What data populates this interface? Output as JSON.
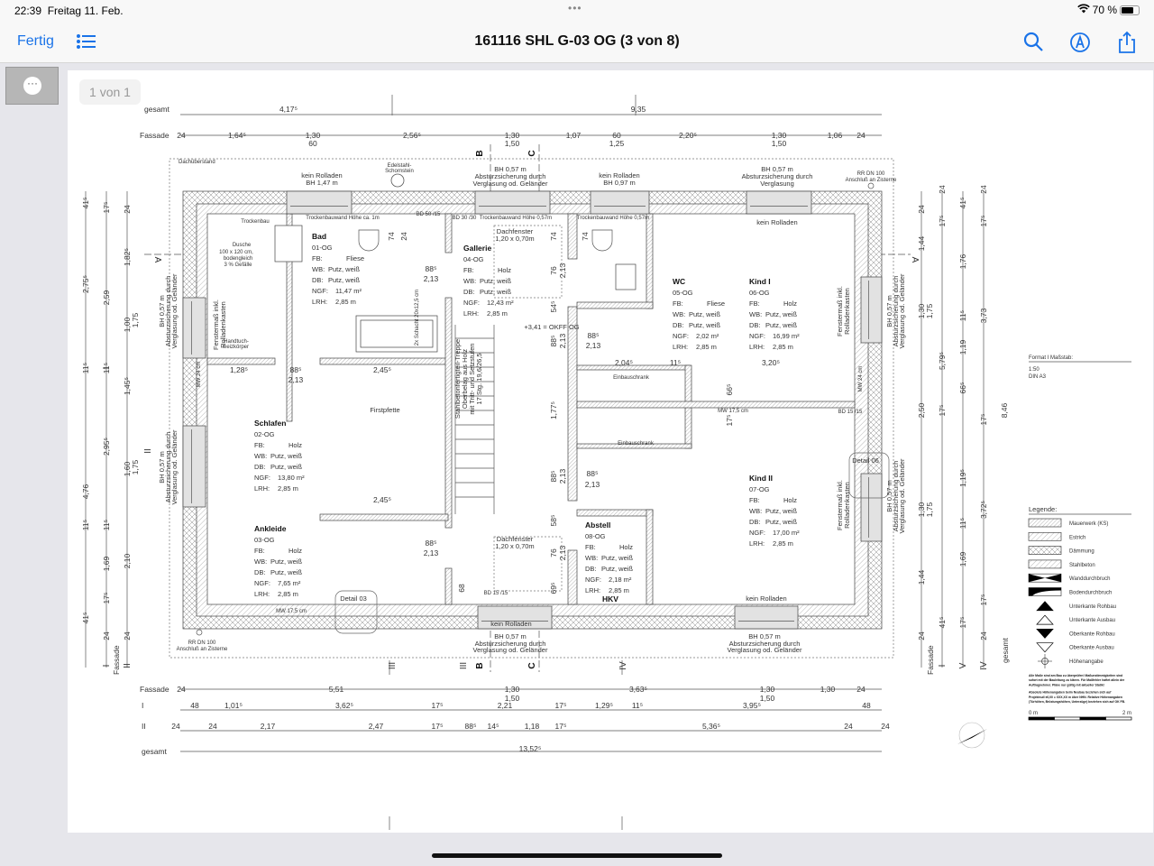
{
  "status": {
    "time": "22:39",
    "date": "Freitag 11. Feb.",
    "battery": "70 %",
    "battery_level": 0.7
  },
  "nav": {
    "done": "Fertig",
    "title": "161116 SHL G-03 OG (3 von 8)",
    "icons": [
      "list-icon",
      "search-icon",
      "markup-icon",
      "share-icon"
    ]
  },
  "page_indicator": "1 von 1",
  "plan": {
    "room_labels": {
      "fb": "FB:",
      "wb": "WB:",
      "db": "DB:",
      "ngf": "NGF:",
      "lrh": "LRH:"
    },
    "rooms": [
      {
        "name": "Bad",
        "code": "01-OG",
        "fb": "Fliese",
        "wb": "Putz, weiß",
        "db": "Putz, weiß",
        "ngf": "11,47 m²",
        "lrh": "2,85 m"
      },
      {
        "name": "Gallerie",
        "code": "04-OG",
        "fb": "Holz",
        "wb": "Putz, weiß",
        "db": "Putz, weiß",
        "ngf": "12,43 m²",
        "lrh": "2,85 m"
      },
      {
        "name": "WC",
        "code": "05-OG",
        "fb": "Fliese",
        "wb": "Putz, weiß",
        "db": "Putz, weiß",
        "ngf": "2,02 m²",
        "lrh": "2,85 m"
      },
      {
        "name": "Kind I",
        "code": "06-OG",
        "fb": "Holz",
        "wb": "Putz, weiß",
        "db": "Putz, weiß",
        "ngf": "16,99 m²",
        "lrh": "2,85 m"
      },
      {
        "name": "Schlafen",
        "code": "02-OG",
        "fb": "Holz",
        "wb": "Putz, weiß",
        "db": "Putz, weiß",
        "ngf": "13,80 m²",
        "lrh": "2,85 m"
      },
      {
        "name": "Ankleide",
        "code": "03-OG",
        "fb": "Holz",
        "wb": "Putz, weiß",
        "db": "Putz, weiß",
        "ngf": "7,65 m²",
        "lrh": "2,85 m"
      },
      {
        "name": "Kind II",
        "code": "07-OG",
        "fb": "Holz",
        "wb": "Putz, weiß",
        "db": "Putz, weiß",
        "ngf": "17,00 m²",
        "lrh": "2,85 m"
      },
      {
        "name": "Abstell",
        "code": "08-OG",
        "fb": "Holz",
        "wb": "Putz, weiß",
        "db": "Putz, weiß",
        "ngf": "2,18 m²",
        "lrh": "2,85 m"
      }
    ],
    "dims_top": {
      "gesamt": [
        "gesamt",
        "4,17⁵",
        "9,35"
      ],
      "fassade": [
        "Fassade",
        "24",
        "1,64⁵",
        "1,30",
        "60",
        "2,56⁵",
        "1,30",
        "1,50",
        "1,07",
        "60",
        "1,25",
        "2,20⁵",
        "1,30",
        "1,50",
        "1,06",
        "24"
      ]
    },
    "dims_bottom": {
      "fassade": [
        "Fassade",
        "24",
        "5,51",
        "1,30",
        "1,50",
        "3,63⁵",
        "1,30",
        "1,50",
        "1,30",
        "24"
      ],
      "row_I": [
        "I",
        "48",
        "1,01⁵",
        "3,62⁵",
        "17⁵",
        "2,21",
        "17⁵",
        "1,29⁵",
        "11⁵",
        "3,95⁵",
        "48"
      ],
      "row_II": [
        "II",
        "24",
        "24",
        "2,17",
        "2,47",
        "17⁵",
        "88⁵",
        "14⁵",
        "1,18",
        "17⁵",
        "5,36⁵",
        "24",
        "24"
      ],
      "gesamt": [
        "gesamt",
        "13,52⁵"
      ]
    },
    "dims_left": {
      "outer": [
        "41⁵",
        "2,75⁵",
        "11⁵",
        "4,76",
        "11⁵",
        "41⁵"
      ],
      "mid": [
        "17⁵",
        "2,59",
        "11⁵",
        "2,95⁵",
        "11⁵",
        "1,69",
        "17⁵",
        "24"
      ],
      "inner": [
        "24",
        "1,82⁵",
        "1,00",
        "1,75",
        "1,45⁵",
        "1,60",
        "1,75",
        "2,10",
        "24"
      ]
    },
    "dims_right": {
      "outer": [
        "24",
        "1,44",
        "1,30",
        "1,75",
        "2,50",
        "1,30",
        "1,75",
        "1,44",
        "24"
      ],
      "mid": [
        "24",
        "17⁵",
        "5,79⁵",
        "17⁵",
        "41⁵"
      ],
      "inner": [
        "41⁵",
        "1,76",
        "11⁵",
        "1,19",
        "66⁵",
        "1,19⁵",
        "11⁵",
        "1,69",
        "17⁵"
      ],
      "far": [
        "24",
        "17⁵",
        "3,73",
        "17⁵",
        "3,72⁵",
        "17⁵",
        "24"
      ],
      "total": [
        "8,46",
        "gesamt"
      ]
    },
    "dims_inner": [
      "1,28⁵",
      "88⁵",
      "2,13",
      "2,45⁵",
      "2,45⁵",
      "2,04⁵",
      "11⁵",
      "3,20⁵",
      "88⁵",
      "2,13",
      "88⁵",
      "2,13",
      "88⁵",
      "2,13",
      "88⁵",
      "2,13",
      "74",
      "24",
      "74",
      "74",
      "76",
      "2,13",
      "54⁵",
      "88⁵",
      "2,13",
      "1,77⁵",
      "88⁵",
      "2,13",
      "58⁵",
      "76",
      "2,13",
      "69⁵",
      "68",
      "66⁵",
      "17⁵"
    ],
    "annotations": {
      "dachueberstand": "Dachüberstand",
      "bad_window": [
        "kein Rolladen",
        "BH 1,47 m"
      ],
      "chimney": [
        "Edelstahl-",
        "Schornstein"
      ],
      "gallery_window": [
        "BH 0,57 m",
        "Absturzsicherung durch",
        "Verglasung od. Geländer"
      ],
      "wc_window": [
        "kein Rolladen",
        "BH 0,97 m"
      ],
      "kind1_window": [
        "BH 0,57 m",
        "Absturzsicherung durch",
        "Verglasung"
      ],
      "rr_top": [
        "RR DN 100",
        "Anschluß an Zisterne"
      ],
      "kind1_no_shutter": "kein Rolladen",
      "drywall_bad": "Trockenbauwand Höhe ca. 1m",
      "drywall_gallery": "Trockenbauwand Höhe 0,57m",
      "drywall_wc": "Trockenbauwand Höhe 0,57m",
      "trockenbau": "Trockenbau",
      "skylight_top": [
        "Dachfenster",
        "1,20 x 0,70m"
      ],
      "skylight_bottom": [
        "Dachfenster",
        "1,20 x 0,70m"
      ],
      "shower": [
        "Dusche",
        "100 x 120 cm,",
        "bodengleich",
        "3 % Gefälle"
      ],
      "towel": [
        "Handtuch-",
        "heizkörper"
      ],
      "shaft": "2x Schacht 20x12,5 cm",
      "level": "+3,41 = OKFF OG",
      "stair": [
        "Stahlbetonfertigteil-Treppe",
        "Oberbelag aus Holz",
        "mit Tritt- und Setzstufen",
        "17 Stg. 19,6/26,5"
      ],
      "ridge": "Firstpfette",
      "wardrobe_1": "Einbauschrank",
      "wardrobe_2": "Einbauschrank",
      "mw_1": "MW 17,5 cm",
      "mw_2": "MW 17,5 cm",
      "mw_3": "MW 24 cm",
      "mw_4": "MW 24 cm",
      "bd_1": "BD 50 /15",
      "bd_2": "BD 30 /30",
      "bd_3": "BD 15 /15",
      "bd_4": "BD 15 /15",
      "detail_03": "Detail 03",
      "detail_06": "Detail 06",
      "hkv": "HKV",
      "bottom_no_shutter_1": "kein Rolladen",
      "bottom_no_shutter_2": "kein Rolladen",
      "bottom_window_1": [
        "BH 0,57 m",
        "Absturzsicherung durch",
        "Verglasung od. Geländer"
      ],
      "bottom_window_2": [
        "BH 0,57 m",
        "Absturzsicherung durch",
        "Verglasung od. Geländer"
      ],
      "rr_bottom": [
        "RR DN 100",
        "Anschluß an Zisterne"
      ],
      "window_frame": [
        "Fenstermaß inkl.",
        "Rolladenkasten"
      ],
      "side_window": [
        "BH 0,57 m",
        "Absturzsicherung durch",
        "Verglasung od. Geländer"
      ]
    },
    "section_marks": {
      "A": "A",
      "B": "B",
      "C": "C",
      "axes": [
        "I",
        "II",
        "III",
        "IV",
        "V"
      ]
    }
  },
  "sidebar": {
    "format_title": "Format I Maßstab:",
    "scale": "1:50",
    "format": "DIN A3",
    "legend_title": "Legende:",
    "legend": [
      "Mauerwerk (KS)",
      "Estrich",
      "Dämmung",
      "Stahlbeton",
      "Wanddurchbruch",
      "Bodendurchbruch",
      "Unterkante Rohbau",
      "Unterkante Ausbau",
      "Oberkante Rohbau",
      "Oberkante Ausbau",
      "Höhenangabe"
    ],
    "notes": [
      "Alle Maße sind am Bau zu überprüfen! Maßunstimmigkeiten sind",
      "sofort mit der Bauleitung zu klären. Für Maßfehler haftet allein der",
      "Auftragnehmer. Pläne nur gültig mit aktueller Statik!",
      "Absolute Höhenangaben beim Neubau beziehen sich auf",
      "Projektnull ±0,00 = XXX,XX m über NHN. Relative Höhenangaben",
      "(Türhöhen, Brüstungshöhen, Unterzüge) beziehen sich auf OK FB."
    ],
    "scale_start": "0 m",
    "scale_end": "2 m"
  },
  "colors": {
    "accent": "#1a73e8",
    "ink": "#333333",
    "window_fill": "#e2e2e2"
  }
}
